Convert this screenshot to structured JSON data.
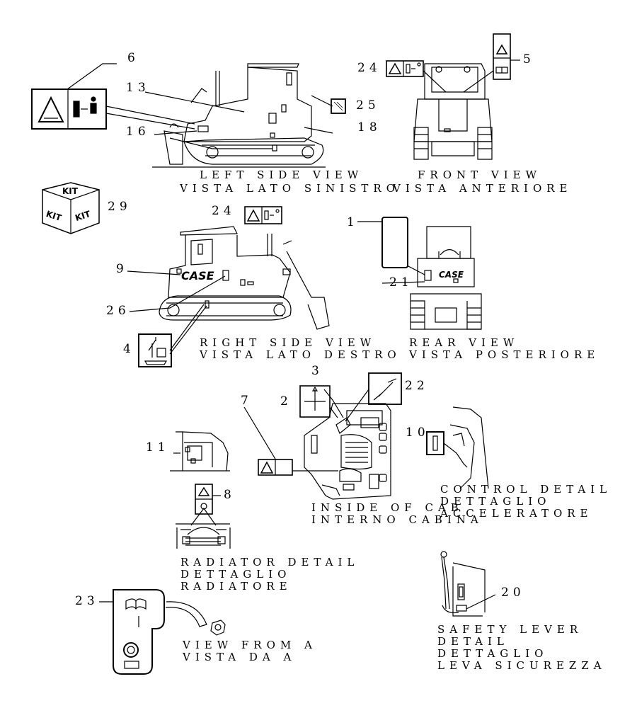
{
  "views": {
    "left_en": "LEFT SIDE VIEW",
    "left_it": "VISTA LATO SINISTRO",
    "front_en": "FRONT VIEW",
    "front_it": "VISTA ANTERIORE",
    "right_en": "RIGHT SIDE VIEW",
    "right_it": "VISTA LATO DESTRO",
    "rear_en": "REAR VIEW",
    "rear_it": "VISTA POSTERIORE",
    "inside_en": "INSIDE OF CAB",
    "inside_it": "INTERNO CABINA",
    "control_en": "CONTROL DETAIL",
    "control_it1": "DETTAGLIO",
    "control_it2": "ACCELERATORE",
    "radiator_en": "RADIATOR DETAIL",
    "radiator_it1": "DETTAGLIO",
    "radiator_it2": "RADIATORE",
    "viewa_en": "VIEW FROM A",
    "viewa_it": "VISTA DA A",
    "safety_en1": "SAFETY LEVER",
    "safety_en2": "DETAIL",
    "safety_it1": "DETTAGLIO",
    "safety_it2": "LEVA SICUREZZA"
  },
  "callouts": {
    "c1": "1",
    "c2": "2",
    "c3": "3",
    "c4": "4",
    "c5": "5",
    "c6": "6",
    "c7": "7",
    "c8": "8",
    "c9": "9",
    "c10": "10",
    "c11": "11",
    "c13": "13",
    "c16": "16",
    "c18": "18",
    "c20": "20",
    "c21": "21",
    "c22": "22",
    "c23": "23",
    "c24a": "24",
    "c24b": "24",
    "c25": "25",
    "c26": "26",
    "c29": "29"
  },
  "brand": {
    "logo1": "CASE",
    "logo2": "CASE"
  },
  "kit": {
    "top": "KIT",
    "left": "KIT",
    "right": "KIT"
  },
  "icons": [
    "warning-triangle-icon",
    "person-distance-icon",
    "manual-book-icon",
    "battery-icon",
    "lifting-hook-icon"
  ]
}
